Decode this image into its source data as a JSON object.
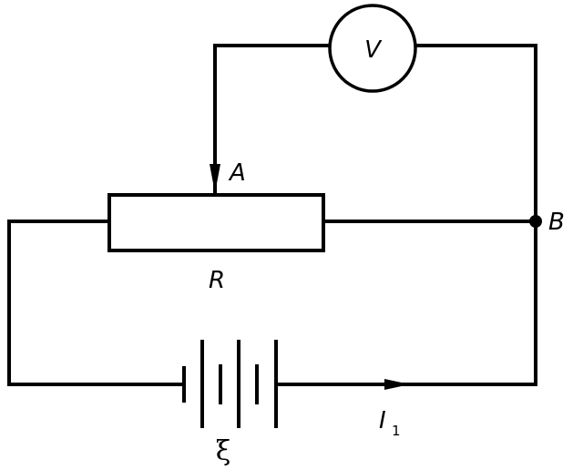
{
  "labels": {
    "voltmeter": "V",
    "point_a": "A",
    "point_b": "B",
    "resistor": "R",
    "emf": "ξ",
    "current_main": "I",
    "current_sub": "1"
  }
}
